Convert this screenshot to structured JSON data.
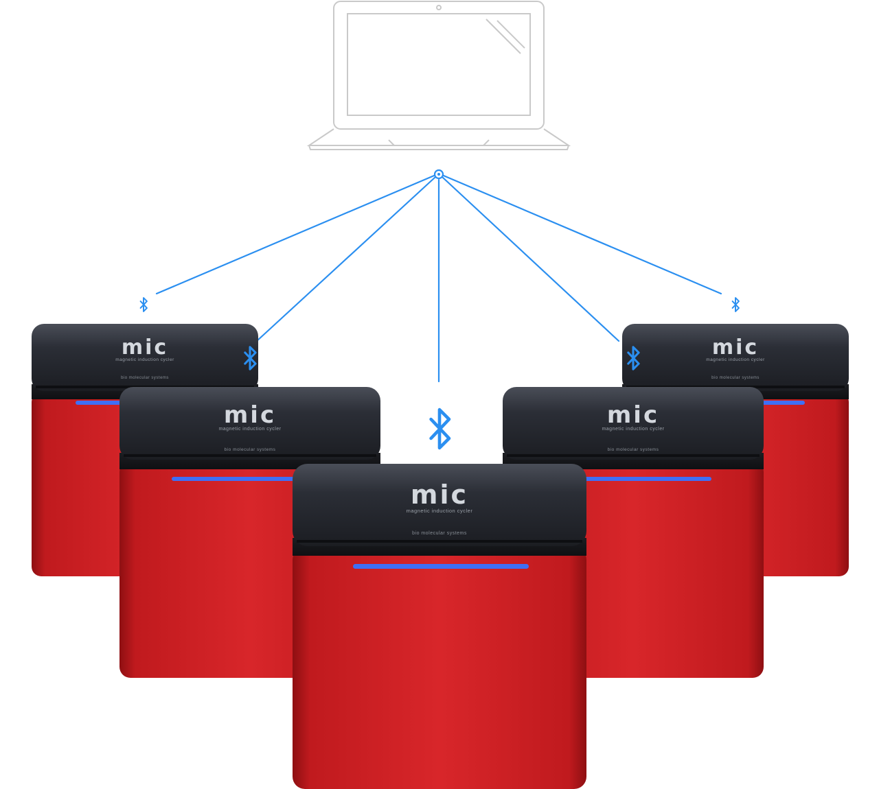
{
  "diagram": {
    "hub": "laptop",
    "link_type": "bluetooth",
    "colors": {
      "link": "#2b8ff0",
      "laptop_outline": "#c9c9c9",
      "unit_body": "#c8181c",
      "unit_lid": "#23252d",
      "status_light": "#3f6ff5"
    },
    "icons": {
      "laptop": "laptop-outline-icon",
      "hub_node": "hub-node-icon",
      "bluetooth": "bluetooth-icon"
    },
    "units": [
      {
        "id": "back-left",
        "logo": "mic",
        "tagline": "magnetic induction cycler",
        "brand": "bio molecular systems"
      },
      {
        "id": "mid-left",
        "logo": "mic",
        "tagline": "magnetic induction cycler",
        "brand": "bio molecular systems"
      },
      {
        "id": "front",
        "logo": "mic",
        "tagline": "magnetic induction cycler",
        "brand": "bio molecular systems"
      },
      {
        "id": "mid-right",
        "logo": "mic",
        "tagline": "magnetic induction cycler",
        "brand": "bio molecular systems"
      },
      {
        "id": "back-right",
        "logo": "mic",
        "tagline": "magnetic induction cycler",
        "brand": "bio molecular systems"
      }
    ]
  }
}
